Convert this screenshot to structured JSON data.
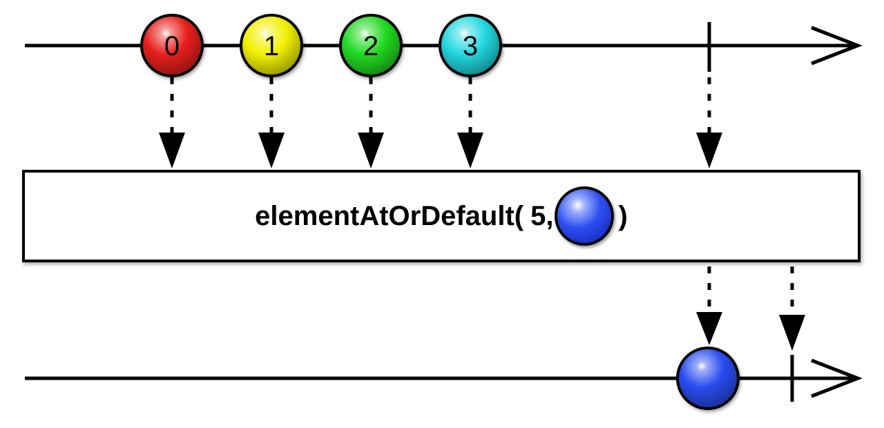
{
  "operator": {
    "name": "elementAtOrDefault(",
    "args": "5,",
    "close": ")",
    "default_value_color": "#2a4df0"
  },
  "input_stream": {
    "items": [
      {
        "label": "0",
        "color": "#e8201c"
      },
      {
        "label": "1",
        "color": "#f2f000"
      },
      {
        "label": "2",
        "color": "#22d922"
      },
      {
        "label": "3",
        "color": "#22d8e0"
      }
    ],
    "completes": true
  },
  "output_stream": {
    "items": [
      {
        "label": "",
        "color": "#2a4df0"
      }
    ],
    "completes": true
  }
}
